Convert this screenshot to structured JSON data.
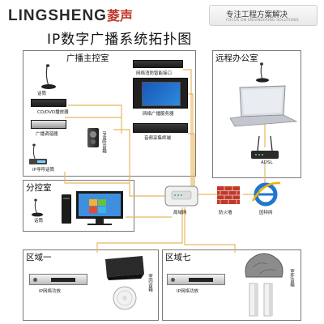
{
  "header": {
    "brand_en": "LINGSHENG",
    "brand_cn": "菱声",
    "tag_main": "专注工程方案解决",
    "tag_sub": "FOCUS ON ENGINEERING SOLUTIONS"
  },
  "title": "IP数字广播系统拓扑图",
  "zones": {
    "control_room": {
      "label": "广播主控室",
      "devices": {
        "network_interface": "网络消防智能接口",
        "broadcast_server": "网络广播服务器",
        "audio_collector": "音频采集终端",
        "mic": "话筒",
        "cd_player": "CD/DVD播放器",
        "tuner": "广播调谐器",
        "monitor_speaker": "IP监听音箱",
        "paging_mic": "IP寻呼话筒"
      }
    },
    "remote_office": {
      "label": "远程办公室",
      "devices": {
        "router_label": "ADSL"
      }
    },
    "branch_room": {
      "label": "分控室",
      "devices": {
        "mic": "话筒"
      }
    },
    "network": {
      "lan": "局域网",
      "firewall": "防火墙",
      "internet": "因特网"
    },
    "area1": {
      "label": "区域一",
      "amp": "IP网络功放",
      "speaker": "室内音箱"
    },
    "area7": {
      "label": "区域七",
      "amp": "IP网络功放",
      "speaker": "室外音箱"
    }
  },
  "colors": {
    "line": "#e8b860",
    "frame": "#7a7a7a",
    "firewall": "#c0392b",
    "ie": "#1f77d0"
  }
}
